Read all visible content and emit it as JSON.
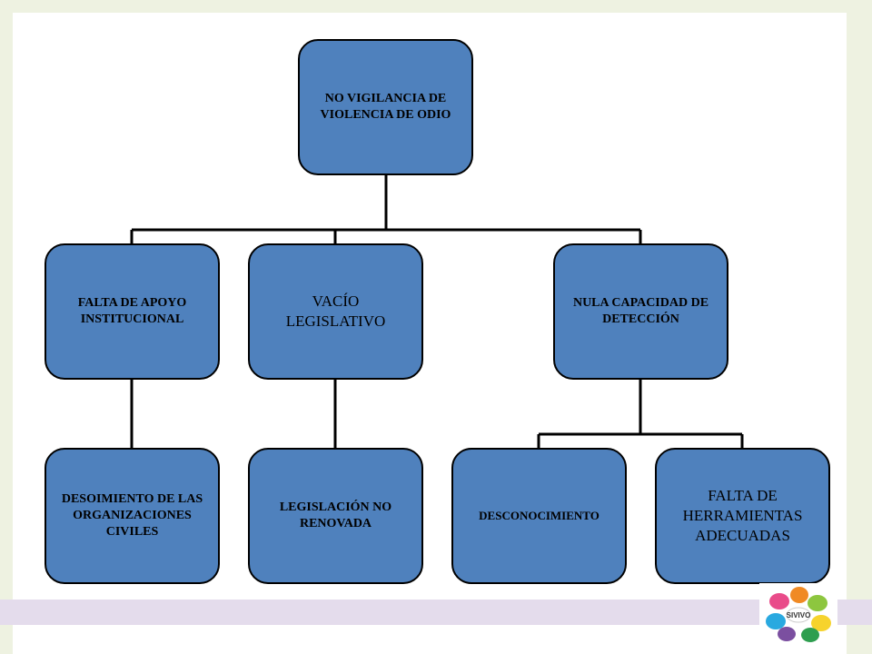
{
  "nodes": {
    "root": "NO VIGILANCIA DE VIOLENCIA DE ODIO",
    "falta_apoyo": "FALTA DE APOYO INSTITUCIONAL",
    "vacio": "VACÍO LEGISLATIVO",
    "nula": "NULA CAPACIDAD DE DETECCIÓN",
    "desoimiento": "DESOIMIENTO DE LAS ORGANIZACIONES CIVILES",
    "legislacion": "LEGISLACIÓN NO RENOVADA",
    "desconocimiento": "DESCONOCIMIENTO",
    "falta_herramientas": "FALTA DE HERRAMIENTAS ADECUADAS"
  },
  "logo": {
    "text": "SIVIVO",
    "icon": "colorful-hands-logo"
  },
  "colors": {
    "node_fill": "#4f81bd",
    "frame": "#eef2e1",
    "footer": "#e4dcec"
  }
}
